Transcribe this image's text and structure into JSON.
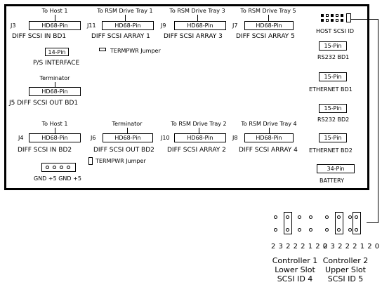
{
  "board": {
    "top_row": [
      {
        "jack": "J3",
        "dest": "To Host 1",
        "connector": "HD68-Pin",
        "label": "DIFF SCSI IN BD1"
      },
      {
        "jack": "J11",
        "dest": "To RSM Drive Tray 1",
        "connector": "HD68-Pin",
        "label": "DIFF SCSI ARRAY 1"
      },
      {
        "jack": "J9",
        "dest": "To RSM Drive Tray 3",
        "connector": "HD68-Pin",
        "label": "DIFF SCSI ARRAY 3"
      },
      {
        "jack": "J7",
        "dest": "To RSM Drive Tray 5",
        "connector": "HD68-Pin",
        "label": "DIFF SCSI ARRAY 5"
      }
    ],
    "bottom_row": [
      {
        "jack": "J4",
        "dest": "To Host 1",
        "connector": "HD68-Pin",
        "label": "DIFF SCSI IN BD2"
      },
      {
        "jack": "J6",
        "dest": "Terminator",
        "connector": "HD68-Pin",
        "label": "DIFF SCSI OUT BD2"
      },
      {
        "jack": "J10",
        "dest": "To RSM Drive Tray 2",
        "connector": "HD68-Pin",
        "label": "DIFF SCSI ARRAY 2"
      },
      {
        "jack": "J8",
        "dest": "To RSM Drive Tray 4",
        "connector": "HD68-Pin",
        "label": "DIFF SCSI ARRAY 4"
      }
    ],
    "ps_interface": {
      "connector": "14-Pin",
      "label": "P/S  INTERFACE"
    },
    "termpwr_top": "TERMPWR Jumper",
    "termpwr_bottom": "TERMPWR Jumper",
    "j5": {
      "dest": "Terminator",
      "connector": "HD68-Pin",
      "label": "J5 DIFF SCSI OUT BD1"
    },
    "power_connector": {
      "label": "GND +5 GND +5"
    },
    "right_column": {
      "host_scsi_id": "HOST SCSI ID",
      "rs232_bd1": {
        "connector": "15-Pin",
        "label": "RS232   BD1"
      },
      "ethernet_bd1": {
        "connector": "15-Pin",
        "label": "ETHERNET   BD1"
      },
      "rs232_bd2": {
        "connector": "15-Pin",
        "label": "RS232   BD2"
      },
      "ethernet_bd2": {
        "connector": "15-Pin",
        "label": "ETHERNET   BD2"
      },
      "battery": {
        "connector": "34-Pin",
        "label": "BATTERY"
      }
    }
  },
  "jumper_detail": {
    "controller1": {
      "bits": "2 3 2 2 2 1 2 0",
      "line1": "Controller 1",
      "line2": "Lower Slot",
      "line3": "SCSI ID 4"
    },
    "controller2": {
      "bits": "2 3 2 2 2 1 2 0",
      "line1": "Controller 2",
      "line2": "Upper Slot",
      "line3": "SCSI ID 5"
    }
  }
}
